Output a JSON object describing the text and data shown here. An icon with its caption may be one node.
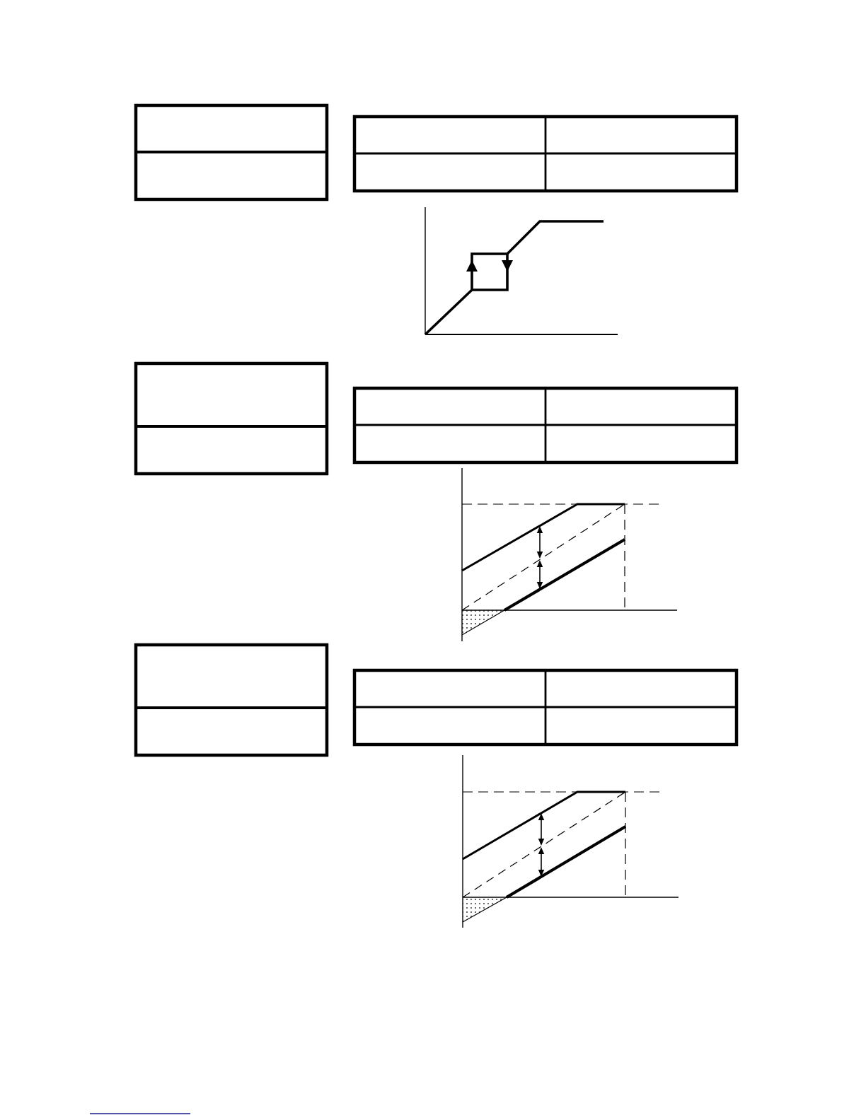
{
  "diagram": {
    "nodes": [
      {
        "text": [],
        "shape": "box"
      },
      {
        "text": [],
        "shape": "table"
      },
      {
        "text": [],
        "shape": "box"
      },
      {
        "text": [],
        "shape": "table"
      },
      {
        "text": [],
        "shape": "box"
      },
      {
        "text": [],
        "shape": "table"
      }
    ]
  }
}
